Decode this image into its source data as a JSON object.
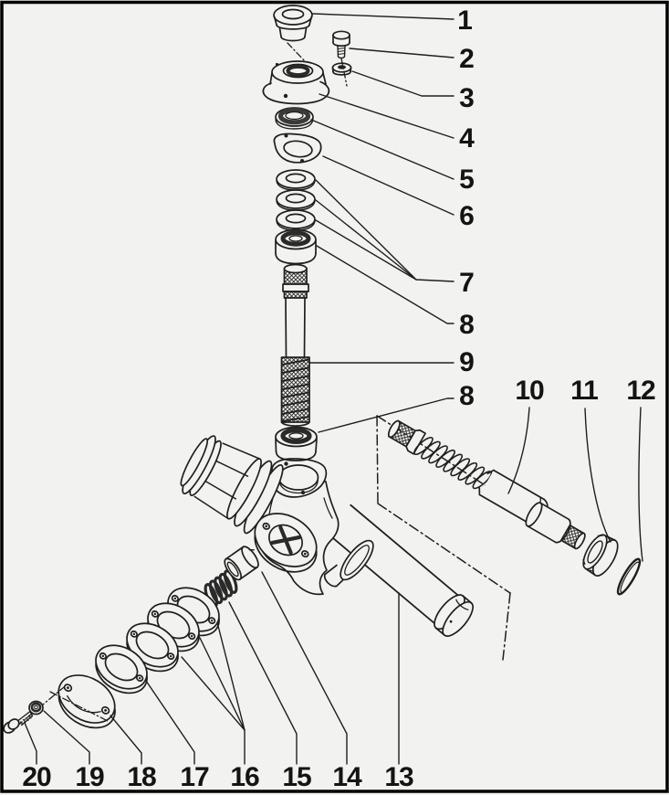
{
  "figure": {
    "type": "exploded-parts-line-diagram",
    "background_color": "#f2f2f0",
    "line_color": "#1f1f1f",
    "border_color": "#000000"
  },
  "callouts": {
    "right_column": [
      "1",
      "2",
      "3",
      "4",
      "5",
      "6",
      "7",
      "8",
      "9",
      "8"
    ],
    "top_right_row": [
      "10",
      "11",
      "12"
    ],
    "bottom_row": [
      "20",
      "19",
      "18",
      "17",
      "16",
      "15",
      "14",
      "13"
    ]
  }
}
